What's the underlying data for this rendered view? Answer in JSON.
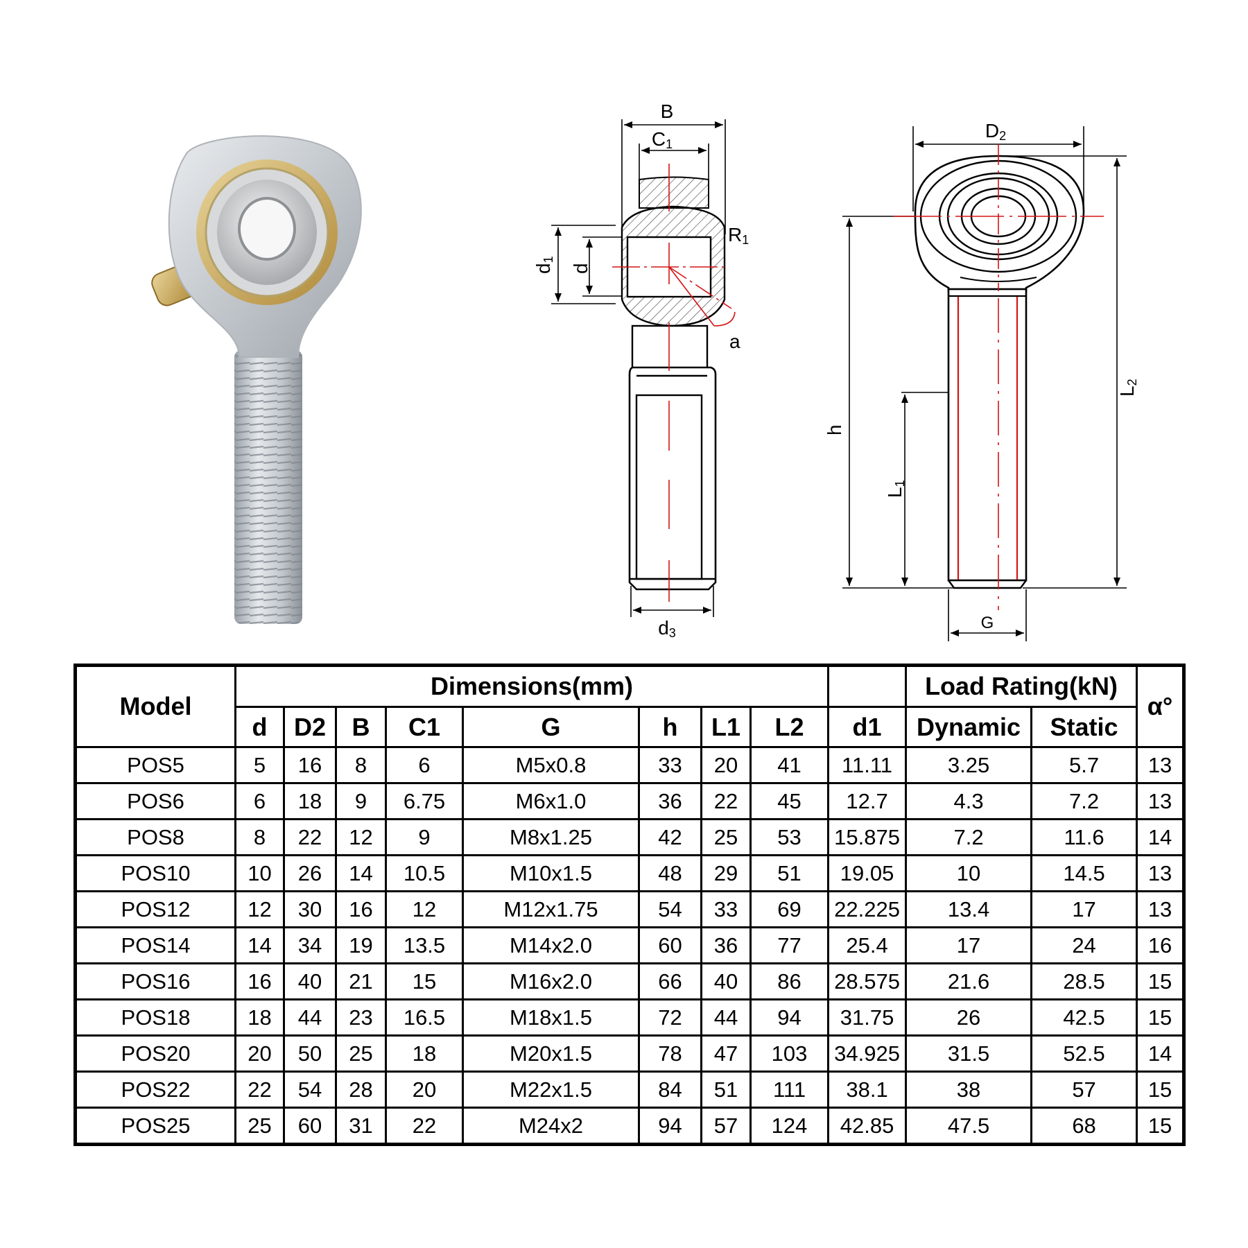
{
  "photo": {
    "alt": "Male rod end bearing photo with zinc plated body, brass grease nipple and threaded shank"
  },
  "side_view": {
    "labels": {
      "B": "B",
      "C1": "C",
      "C1_sub": "1",
      "R1": "R",
      "R1_sub": "1",
      "d1": "d",
      "d1_sub": "1",
      "d": "d",
      "a": "a",
      "d3": "d",
      "d3_sub": "3"
    }
  },
  "front_view": {
    "labels": {
      "D2": "D",
      "D2_sub": "2",
      "h": "h",
      "L1": "L",
      "L1_sub": "1",
      "L2": "L",
      "L2_sub": "2",
      "G": "G"
    }
  },
  "colors": {
    "line": "#000000",
    "centerline": "#d41414",
    "hatch": "#555555"
  },
  "table": {
    "headers": {
      "model": "Model",
      "dimensions_group": "Dimensions(mm)",
      "load_group": "Load Rating(kN)",
      "alpha": "α°",
      "columns": [
        "d",
        "D2",
        "B",
        "C1",
        "G",
        "h",
        "L1",
        "L2",
        "d1",
        "Dynamic",
        "Static"
      ]
    },
    "rows": [
      {
        "model": "POS5",
        "d": "5",
        "D2": "16",
        "B": "8",
        "C1": "6",
        "G": "M5x0.8",
        "h": "33",
        "L1": "20",
        "L2": "41",
        "d1": "11.11",
        "dynamic": "3.25",
        "static": "5.7",
        "alpha": "13"
      },
      {
        "model": "POS6",
        "d": "6",
        "D2": "18",
        "B": "9",
        "C1": "6.75",
        "G": "M6x1.0",
        "h": "36",
        "L1": "22",
        "L2": "45",
        "d1": "12.7",
        "dynamic": "4.3",
        "static": "7.2",
        "alpha": "13"
      },
      {
        "model": "POS8",
        "d": "8",
        "D2": "22",
        "B": "12",
        "C1": "9",
        "G": "M8x1.25",
        "h": "42",
        "L1": "25",
        "L2": "53",
        "d1": "15.875",
        "dynamic": "7.2",
        "static": "11.6",
        "alpha": "14"
      },
      {
        "model": "POS10",
        "d": "10",
        "D2": "26",
        "B": "14",
        "C1": "10.5",
        "G": "M10x1.5",
        "h": "48",
        "L1": "29",
        "L2": "51",
        "d1": "19.05",
        "dynamic": "10",
        "static": "14.5",
        "alpha": "13"
      },
      {
        "model": "POS12",
        "d": "12",
        "D2": "30",
        "B": "16",
        "C1": "12",
        "G": "M12x1.75",
        "h": "54",
        "L1": "33",
        "L2": "69",
        "d1": "22.225",
        "dynamic": "13.4",
        "static": "17",
        "alpha": "13"
      },
      {
        "model": "POS14",
        "d": "14",
        "D2": "34",
        "B": "19",
        "C1": "13.5",
        "G": "M14x2.0",
        "h": "60",
        "L1": "36",
        "L2": "77",
        "d1": "25.4",
        "dynamic": "17",
        "static": "24",
        "alpha": "16"
      },
      {
        "model": "POS16",
        "d": "16",
        "D2": "40",
        "B": "21",
        "C1": "15",
        "G": "M16x2.0",
        "h": "66",
        "L1": "40",
        "L2": "86",
        "d1": "28.575",
        "dynamic": "21.6",
        "static": "28.5",
        "alpha": "15"
      },
      {
        "model": "POS18",
        "d": "18",
        "D2": "44",
        "B": "23",
        "C1": "16.5",
        "G": "M18x1.5",
        "h": "72",
        "L1": "44",
        "L2": "94",
        "d1": "31.75",
        "dynamic": "26",
        "static": "42.5",
        "alpha": "15"
      },
      {
        "model": "POS20",
        "d": "20",
        "D2": "50",
        "B": "25",
        "C1": "18",
        "G": "M20x1.5",
        "h": "78",
        "L1": "47",
        "L2": "103",
        "d1": "34.925",
        "dynamic": "31.5",
        "static": "52.5",
        "alpha": "14"
      },
      {
        "model": "POS22",
        "d": "22",
        "D2": "54",
        "B": "28",
        "C1": "20",
        "G": "M22x1.5",
        "h": "84",
        "L1": "51",
        "L2": "111",
        "d1": "38.1",
        "dynamic": "38",
        "static": "57",
        "alpha": "15"
      },
      {
        "model": "POS25",
        "d": "25",
        "D2": "60",
        "B": "31",
        "C1": "22",
        "G": "M24x2",
        "h": "94",
        "L1": "57",
        "L2": "124",
        "d1": "42.85",
        "dynamic": "47.5",
        "static": "68",
        "alpha": "15"
      }
    ]
  }
}
